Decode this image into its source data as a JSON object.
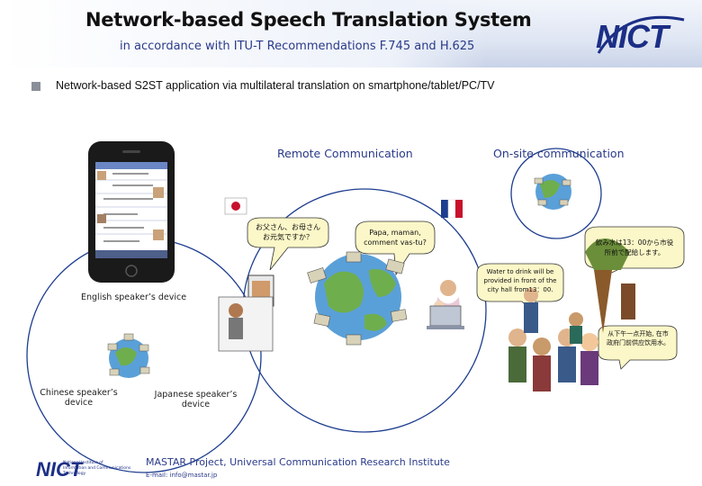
{
  "header": {
    "title": "Network-based Speech Translation System",
    "subtitle": "in accordance with ITU-T Recommendations F.745 and H.625",
    "logo_text": "NICT"
  },
  "bullet": {
    "text": "Network-based S2ST application via multilateral translation on smartphone/tablet/PC/TV"
  },
  "labels": {
    "remote": "Remote Communication",
    "onsite": "On-site communication",
    "english_device": "English speaker’s device",
    "chinese_device_1": "Chinese speaker’s",
    "chinese_device_2": "device",
    "japanese_device_1": "Japanese speaker’s",
    "japanese_device_2": "device"
  },
  "bubbles": {
    "japanese_1": "お父さん、お母さん",
    "japanese_2": "お元気ですか？",
    "french_1": "Papa, maman,",
    "french_2": "comment vas-tu?",
    "onsite_ja_1": "飲み水は13：00から市役",
    "onsite_ja_2": "所前で配給します。",
    "english_1": "Water to drink will be",
    "english_2": "provided in front of the",
    "english_3": "city hall from13：00.",
    "chinese_1": "从下午一点开始, 在市",
    "chinese_2": "政府门前供应饮用水。"
  },
  "footer": {
    "project": "MASTAR Project, Universal Communication Research Institute",
    "email": "E-mail: info@mastar.jp",
    "logo_text": "NICT",
    "org_1": "National Institute of",
    "org_2": "Information and Communications Technology"
  },
  "colors": {
    "accent": "#2a3a8a",
    "logo_blue": "#1c2f86",
    "circle": "#1d3d8f"
  }
}
